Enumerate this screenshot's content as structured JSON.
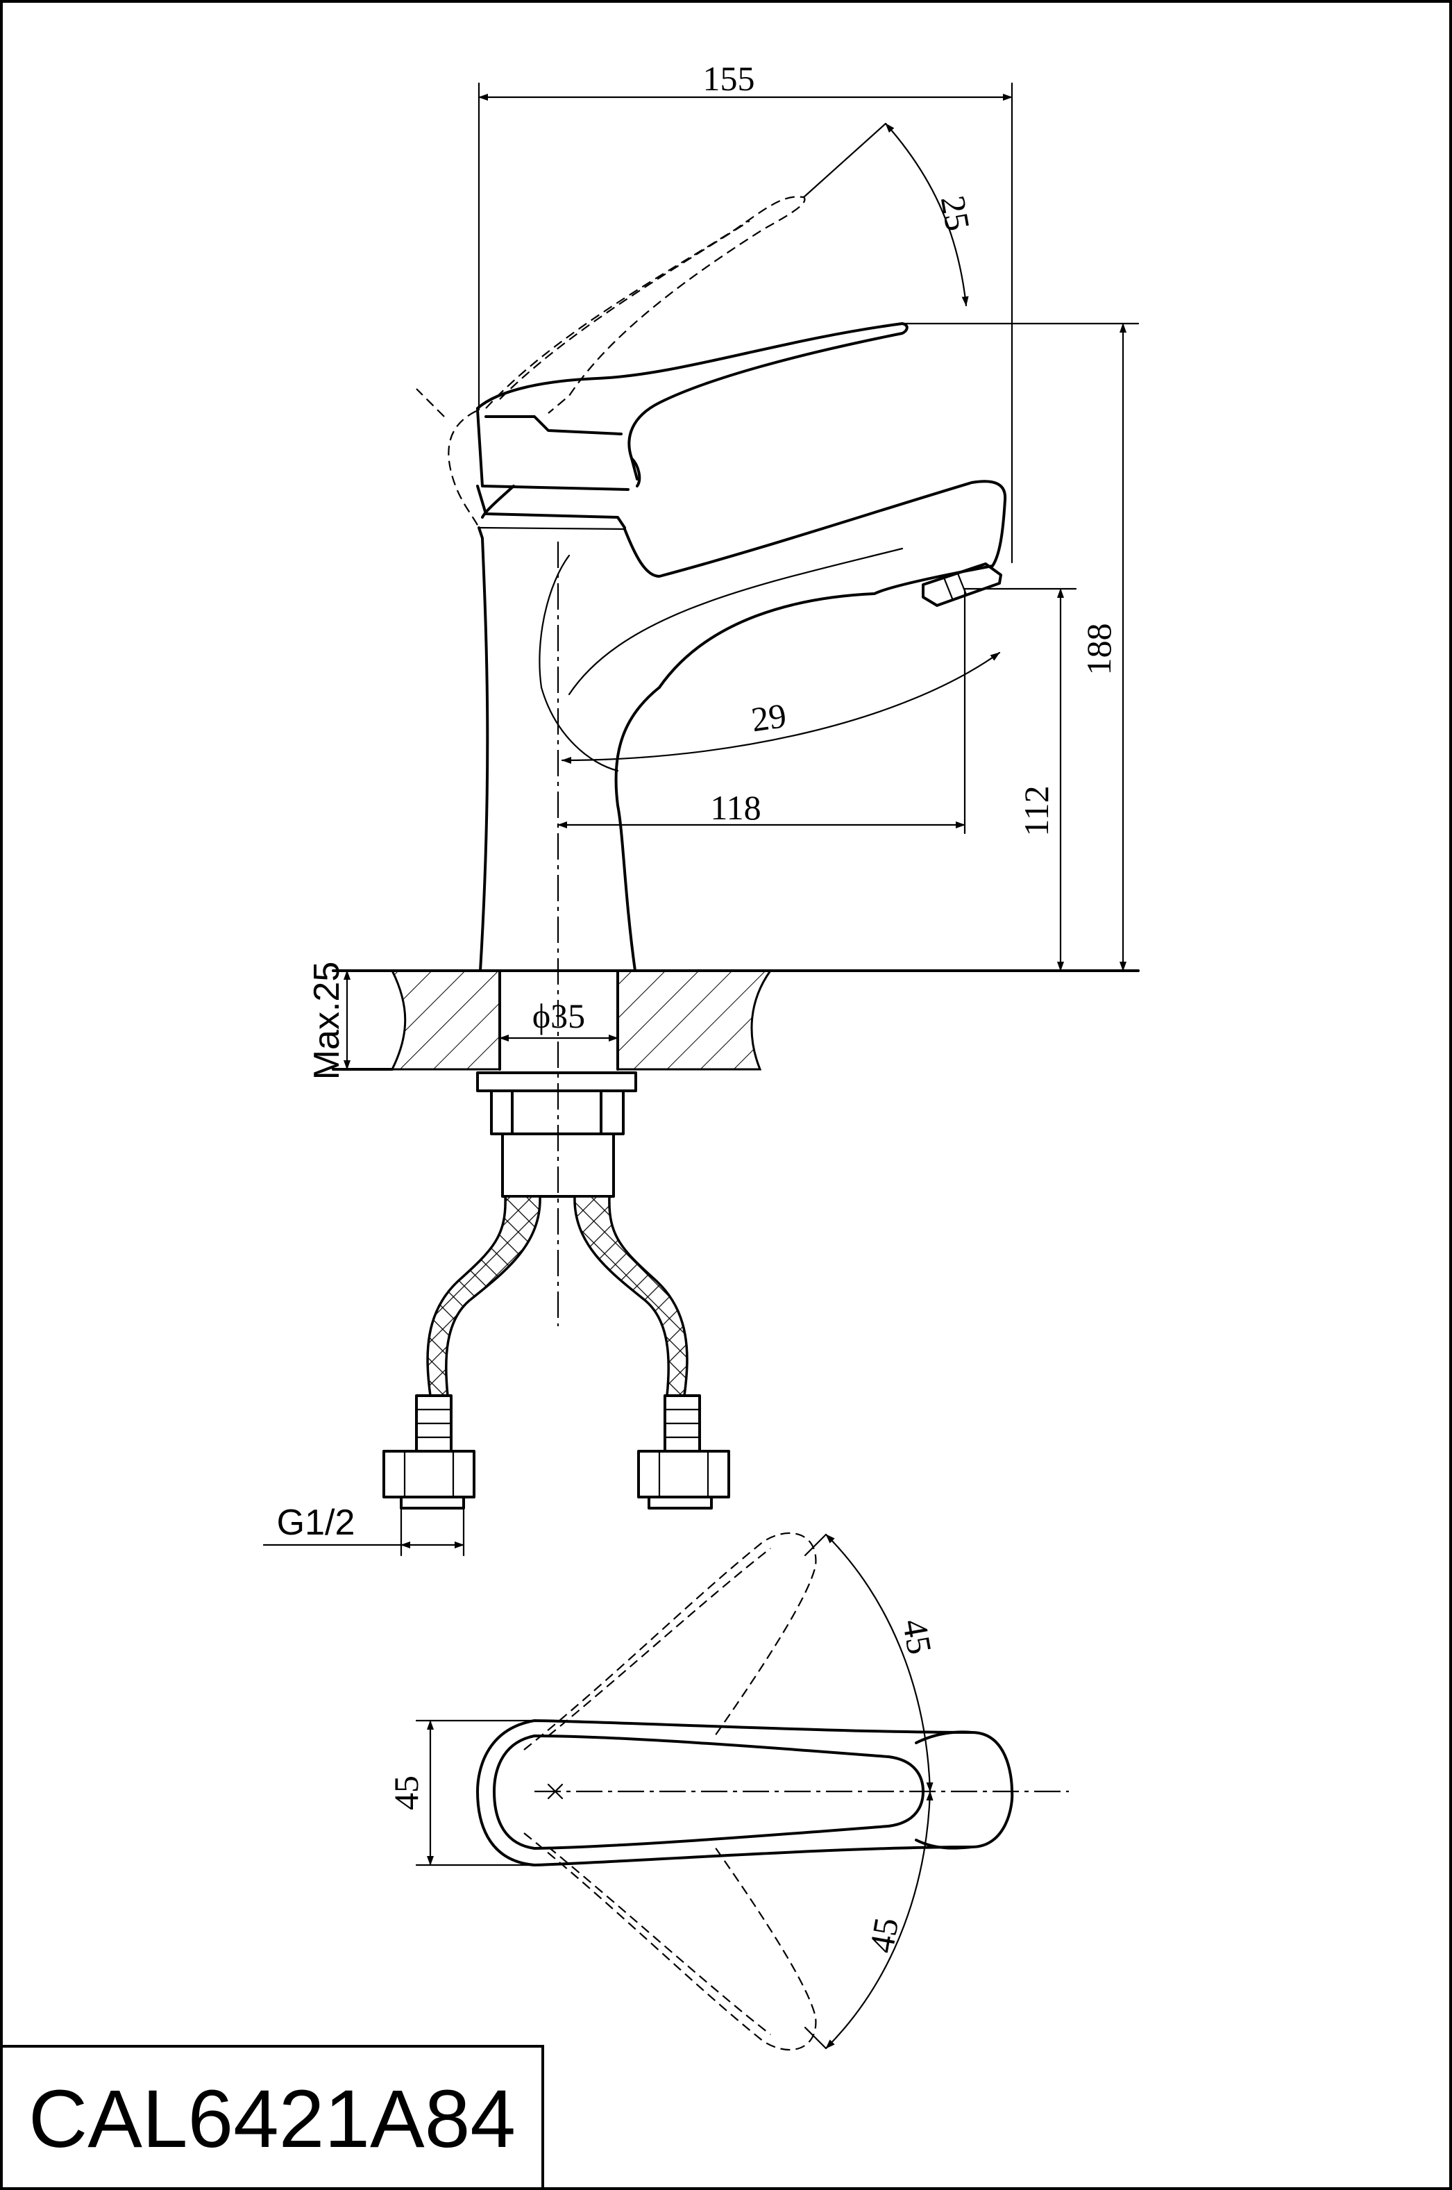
{
  "model_code": "CAL6421A84",
  "dimensions": {
    "overall_length": "155",
    "handle_tilt_angle": "25",
    "total_height": "188",
    "spout_swivel": "29",
    "spout_reach": "118",
    "spout_height": "112",
    "max_deck_thickness": "Max.25",
    "mount_hole_diameter": "ϕ35",
    "hose_thread": "G1/2",
    "handle_width": "45",
    "rotation_angle_left": "45",
    "rotation_angle_right": "45"
  }
}
